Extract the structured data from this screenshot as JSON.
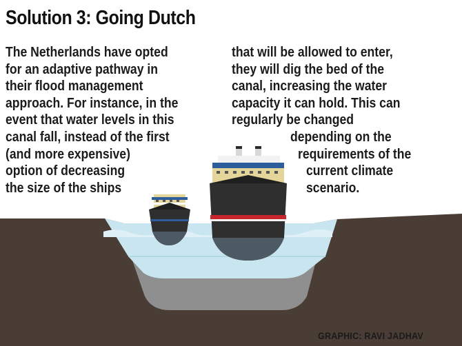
{
  "title": "Solution 3: Going Dutch",
  "left_column": [
    "The Netherlands have opted",
    "for an adaptive pathway in",
    "their flood management",
    "approach. For instance, in the",
    "event that water levels in this",
    "canal fall, instead of the first",
    "(and more expensive)",
    "option of decreasing",
    "the size of the ships"
  ],
  "right_column": [
    "that will be allowed to enter,",
    "they will dig the bed of the",
    "canal, increasing the water",
    "capacity it can hold. This can",
    "regularly  be changed",
    "depending on the",
    "requirements of the",
    "current climate",
    "scenario."
  ],
  "credit": "GRAPHIC: RAVI JADHAV",
  "colors": {
    "earth": "#4a3d35",
    "water": "#c9e6f0",
    "deepened_bed": "#8f8f8f",
    "ship_hull": "#2f2f2f",
    "ship_stripe_red": "#c8262c",
    "ship_deck_yellow": "#e4d59a",
    "ship_blue_band": "#2d5d9a"
  }
}
